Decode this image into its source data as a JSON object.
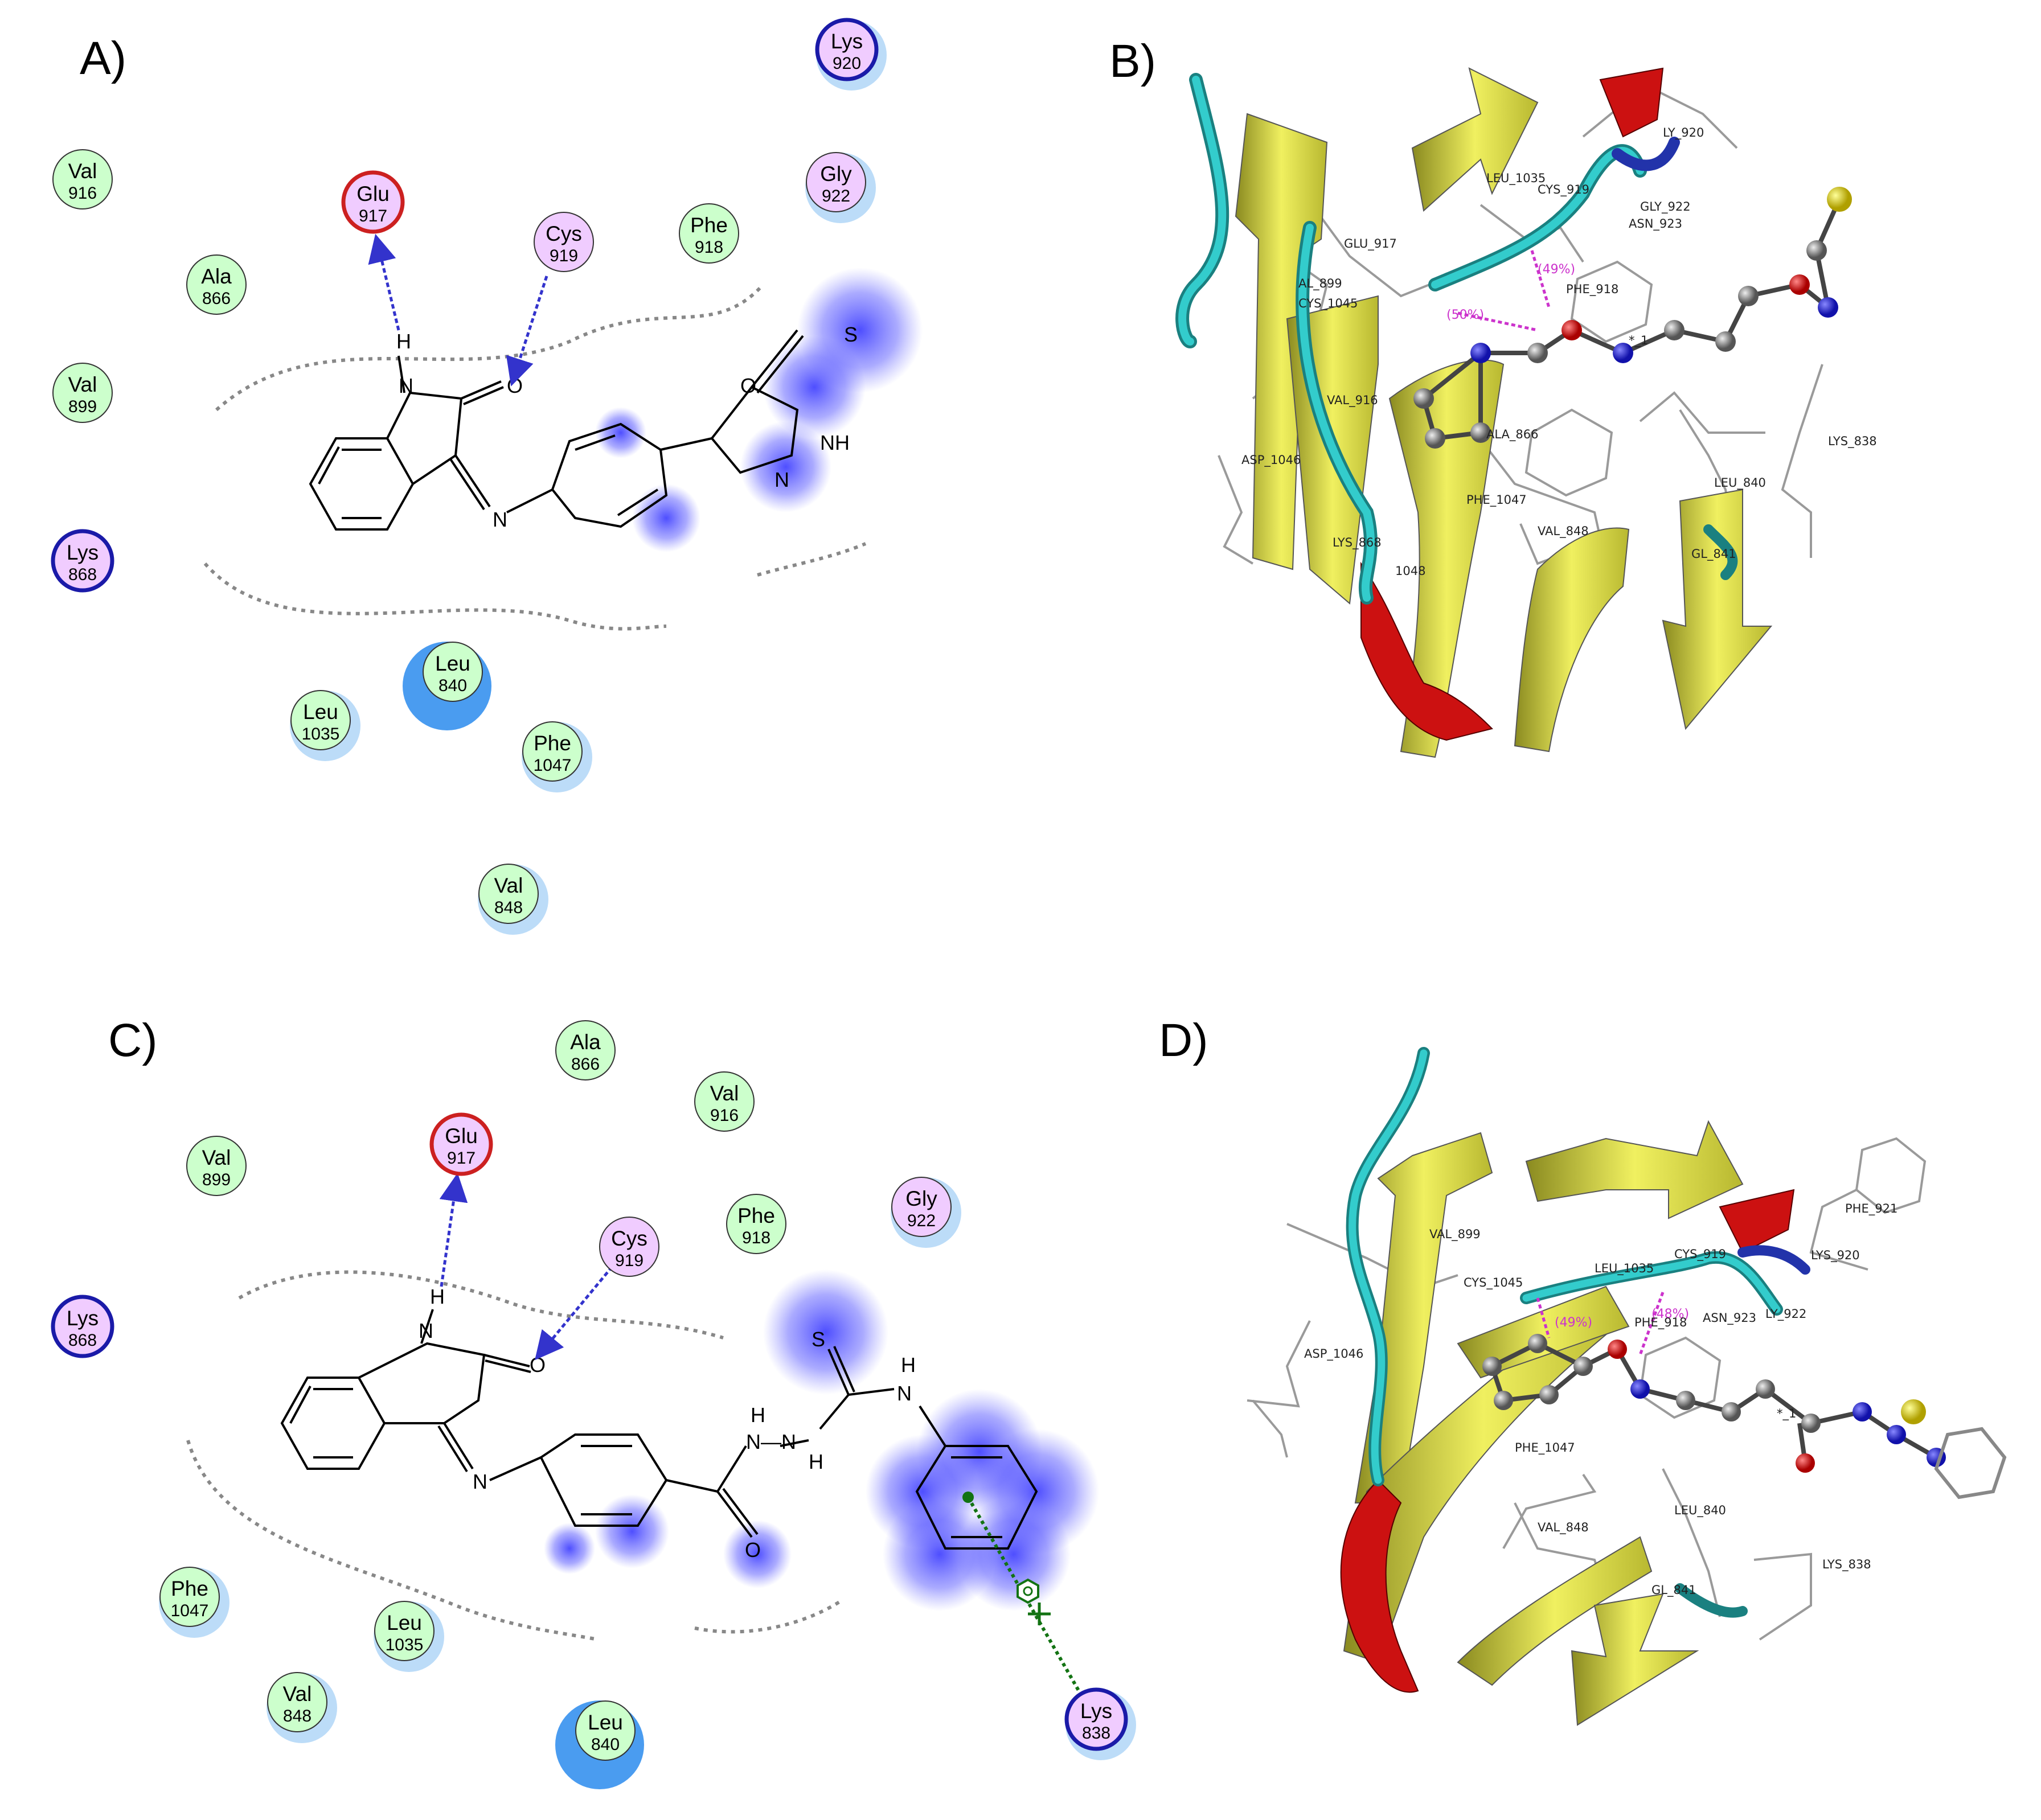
{
  "panels": {
    "a": {
      "label": "A)",
      "residues": [
        {
          "id": "lys920",
          "name": "Lys",
          "num": "920",
          "style": "charged"
        },
        {
          "id": "val916",
          "name": "Val",
          "num": "916",
          "style": "hydrophobic"
        },
        {
          "id": "glu917",
          "name": "Glu",
          "num": "917",
          "style": "negative"
        },
        {
          "id": "cys919",
          "name": "Cys",
          "num": "919",
          "style": "polar"
        },
        {
          "id": "phe918",
          "name": "Phe",
          "num": "918",
          "style": "hydrophobic"
        },
        {
          "id": "gly922",
          "name": "Gly",
          "num": "922",
          "style": "polar"
        },
        {
          "id": "ala866",
          "name": "Ala",
          "num": "866",
          "style": "hydrophobic"
        },
        {
          "id": "val899",
          "name": "Val",
          "num": "899",
          "style": "hydrophobic"
        },
        {
          "id": "lys868",
          "name": "Lys",
          "num": "868",
          "style": "charged"
        },
        {
          "id": "leu840",
          "name": "Leu",
          "num": "840",
          "style": "hydrophobic"
        },
        {
          "id": "leu1035",
          "name": "Leu",
          "num": "1035",
          "style": "hydrophobic"
        },
        {
          "id": "phe1047",
          "name": "Phe",
          "num": "1047",
          "style": "hydrophobic"
        },
        {
          "id": "val848",
          "name": "Val",
          "num": "848",
          "style": "hydrophobic"
        }
      ],
      "atoms": {
        "h": "H",
        "n1": "N",
        "o1": "O",
        "n2": "N",
        "o2": "O",
        "s": "S",
        "nh": "NH",
        "n3": "N"
      }
    },
    "b": {
      "label": "B)",
      "residue_labels": [
        "LEU_1035",
        "CYS_919",
        "GLY_922",
        "ASN_923",
        "GLU_917",
        "AL_899",
        "CYS_1045",
        "PHE_918",
        "VAL_916",
        "ALA_866",
        "ASP_1046",
        "PHE_1047",
        "LYS_838",
        "LEU_840",
        "VAL_848",
        "LYS_868",
        "1048",
        "GL_841",
        "*_1",
        "LY_920"
      ],
      "hbond_pcts": [
        "(49%)",
        "(50%)"
      ]
    },
    "c": {
      "label": "C)",
      "residues": [
        {
          "id": "ala866",
          "name": "Ala",
          "num": "866",
          "style": "hydrophobic"
        },
        {
          "id": "val916",
          "name": "Val",
          "num": "916",
          "style": "hydrophobic"
        },
        {
          "id": "val899",
          "name": "Val",
          "num": "899",
          "style": "hydrophobic"
        },
        {
          "id": "glu917",
          "name": "Glu",
          "num": "917",
          "style": "negative"
        },
        {
          "id": "cys919",
          "name": "Cys",
          "num": "919",
          "style": "polar"
        },
        {
          "id": "phe918",
          "name": "Phe",
          "num": "918",
          "style": "hydrophobic"
        },
        {
          "id": "gly922",
          "name": "Gly",
          "num": "922",
          "style": "polar"
        },
        {
          "id": "lys868",
          "name": "Lys",
          "num": "868",
          "style": "charged"
        },
        {
          "id": "phe1047",
          "name": "Phe",
          "num": "1047",
          "style": "hydrophobic"
        },
        {
          "id": "leu1035",
          "name": "Leu",
          "num": "1035",
          "style": "hydrophobic"
        },
        {
          "id": "val848",
          "name": "Val",
          "num": "848",
          "style": "hydrophobic"
        },
        {
          "id": "leu840",
          "name": "Leu",
          "num": "840",
          "style": "hydrophobic"
        },
        {
          "id": "lys838",
          "name": "Lys",
          "num": "838",
          "style": "charged"
        }
      ],
      "atoms": {
        "h": "H",
        "n1": "N",
        "o1": "O",
        "n2": "N",
        "h2": "H",
        "nn": "N—N",
        "h3": "H",
        "o2": "O",
        "s": "S",
        "h4": "H",
        "n3": "N"
      }
    },
    "d": {
      "label": "D)",
      "residue_labels": [
        "VAL_899",
        "CYS_1045",
        "LEU_1035",
        "CYS_919",
        "ASN_923",
        "LY_922",
        "LYS_920",
        "PHE_921",
        "PHE_918",
        "ASP_1046",
        "PHE_1047",
        "LEU_840",
        "VAL_848",
        "LYS_838",
        "GL_841",
        "*_1"
      ],
      "hbond_pcts": [
        "(49%)",
        "(48%)"
      ]
    }
  },
  "colors": {
    "hydrophobic_fill": "#ccffcc",
    "polar_fill": "#f0ccff",
    "charged_edge": "#1a1aa8",
    "negative_edge": "#cc2020",
    "hbond": "#3333cc",
    "solvent_halo": "#2f8ff0",
    "ligand_halo": "#3333ff",
    "pi_cation": "#137313",
    "sheet": "#e3e34a",
    "helix": "#cc1111",
    "coil": "#22bbbb",
    "hbond_md": "#cc33cc"
  }
}
